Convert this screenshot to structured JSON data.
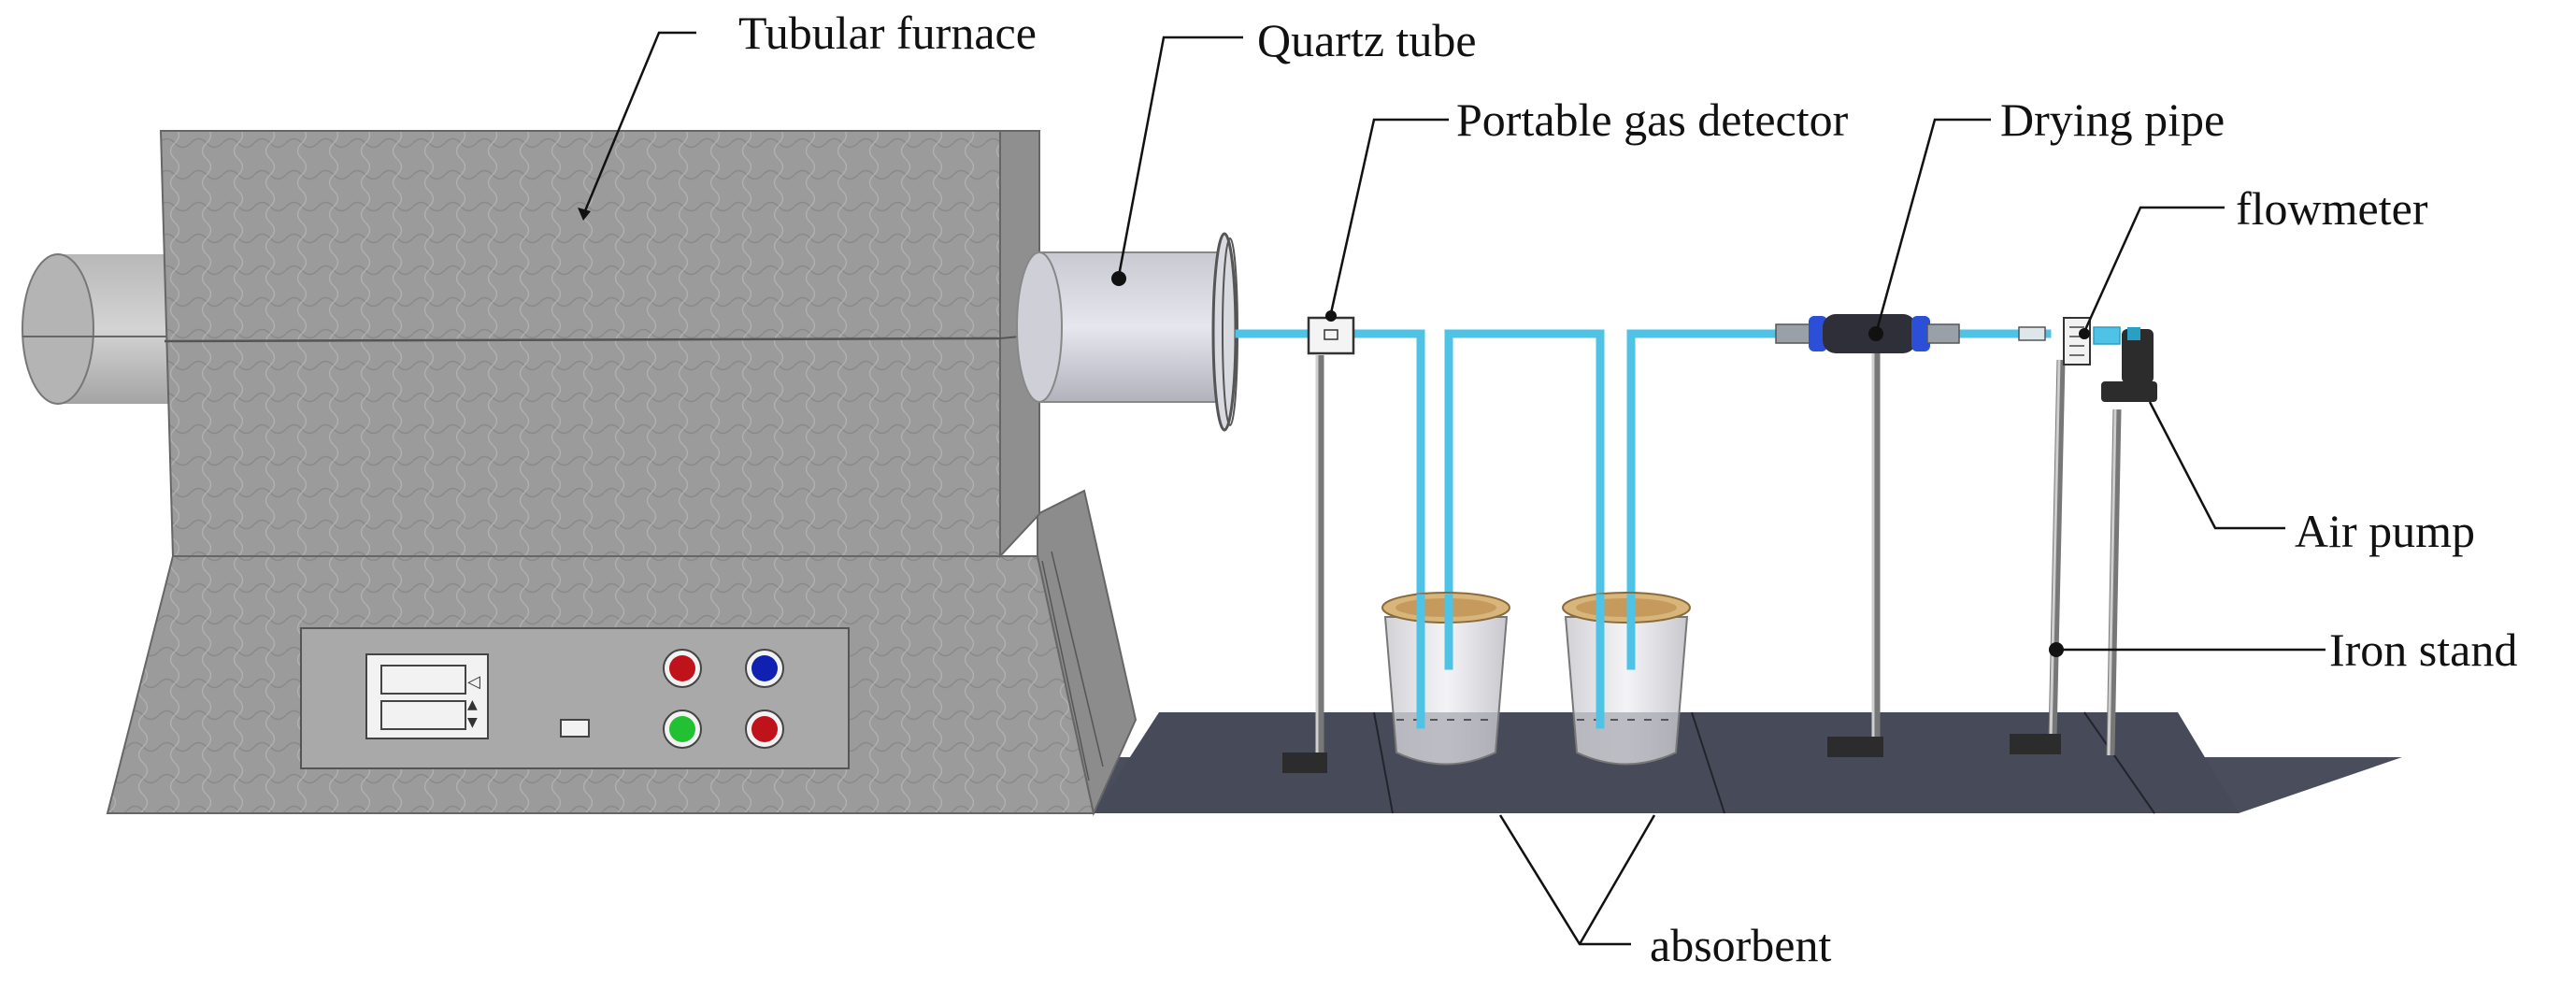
{
  "labels": {
    "tubular_furnace": "Tubular furnace",
    "quartz_tube": "Quartz tube",
    "portable_gas_detector": "Portable gas detector",
    "drying_pipe": "Drying pipe",
    "flowmeter": "flowmeter",
    "air_pump": "Air pump",
    "iron_stand": "Iron stand",
    "absorbent": "absorbent"
  },
  "colors": {
    "furnace_body": "#9a9a9a",
    "furnace_top": "#a4a4a4",
    "base_mat": "#4a4d5c",
    "gas_tube": "#4fc3e6",
    "beaker_rim": "#d8b57a",
    "drying_pipe": "#2f2f3a",
    "drying_pipe_cap": "#2b4fd6",
    "button_red": "#c0121a",
    "button_blue": "#1020b0",
    "button_green": "#22c033"
  }
}
